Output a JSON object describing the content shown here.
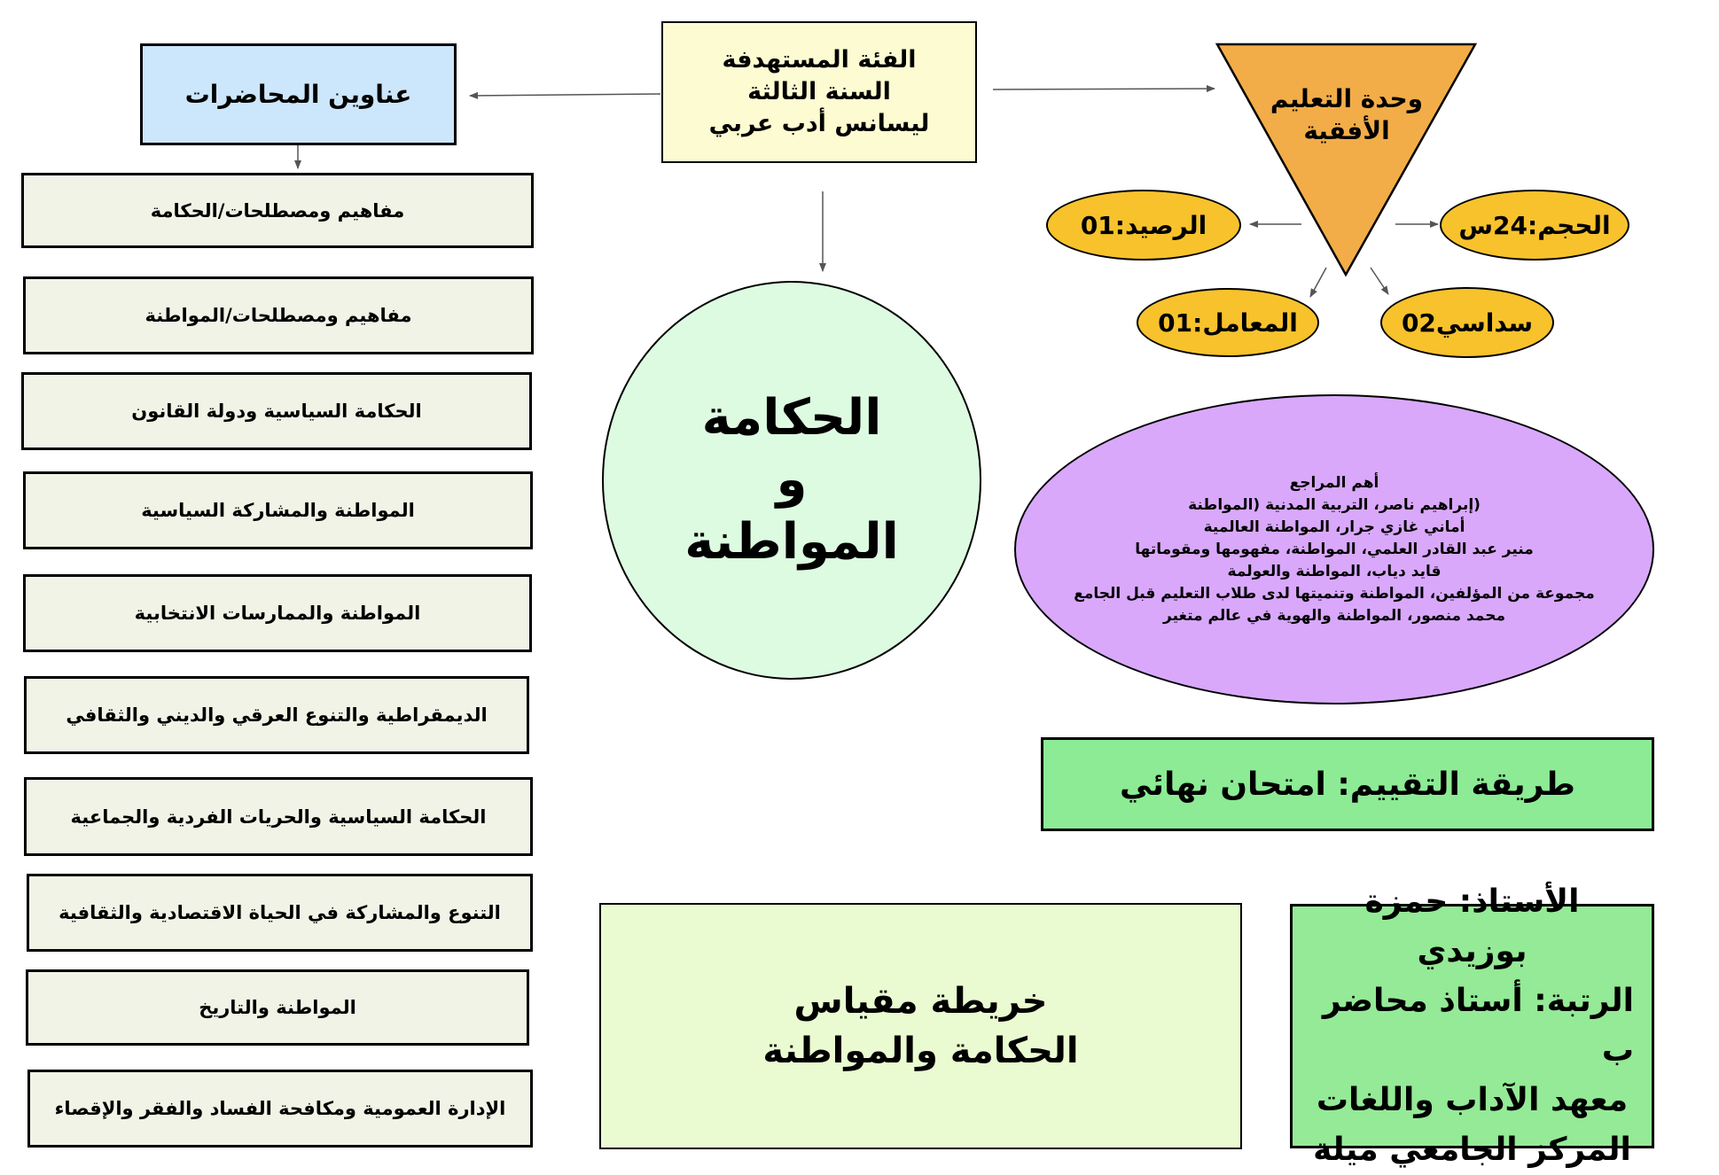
{
  "header_box": {
    "line1": "الفئة المستهدفة",
    "line2": "السنة الثالثة",
    "line3": "ليسانس أدب عربي"
  },
  "titles_box": {
    "label": "عناوين المحاضرات"
  },
  "topics": [
    "مفاهيم ومصطلحات/الحكامة",
    "مفاهيم ومصطلحات/المواطنة",
    "الحكامة السياسية ودولة القانون",
    "المواطنة والمشاركة السياسية",
    "المواطنة والممارسات الانتخابية",
    "الديمقراطية والتنوع العرقي والديني والثقافي",
    "الحكامة السياسية والحريات الفردية والجماعية",
    "التنوع والمشاركة في الحياة الاقتصادية والثقافية",
    "المواطنة والتاريخ",
    "الإدارة العمومية ومكافحة الفساد والفقر والإقصاء"
  ],
  "center_circle": {
    "line1": "الحكامة",
    "line2": "و",
    "line3": "المواطنة"
  },
  "unit_triangle": {
    "line1": "وحدة التعليم",
    "line2": "الأفقية"
  },
  "unit_details": {
    "credit": "الرصيد:01",
    "volume": "الحجم:24س",
    "coefficient": "المعامل:01",
    "semester": "سداسي02"
  },
  "references": {
    "title": "أهم المراجع",
    "items": [
      "(إبراهيم ناصر، التربية المدنية (المواطنة",
      "أماني غازي جرار، المواطنة العالمية",
      "منير عبد القادر العلمي، المواطنة، مفهومها ومقوماتها",
      "قايد دياب، المواطنة والعولمة",
      "مجموعة من المؤلفين، المواطنة وتنميتها لدى طلاب التعليم قبل الجامع",
      "محمد منصور، المواطنة والهوية في عالم متغير"
    ]
  },
  "evaluation": {
    "label": "طريقة التقييم: امتحان نهائي"
  },
  "map_title": {
    "line1": "خريطة مقياس",
    "line2": "الحكامة والمواطنة"
  },
  "professor": {
    "line1": "الأستاذ: حمزة بوزيدي",
    "line2": "الرتبة: أستاذ محاضر ب",
    "line3": "معهد الآداب واللغات",
    "line4": "المركز الجامعي ميلة"
  },
  "colors": {
    "titles_box": "#cce6fb",
    "header_box": "#fdfbd1",
    "topic_box": "#f1f3e6",
    "center_circle": "#ddfbe1",
    "triangle": "#f2ad48",
    "pill": "#f7c22c",
    "references_ellipse": "#d9a8fb",
    "evaluation_box": "#8ceb94",
    "map_title_box": "#eafbd1",
    "professor_box": "#94ea96"
  }
}
